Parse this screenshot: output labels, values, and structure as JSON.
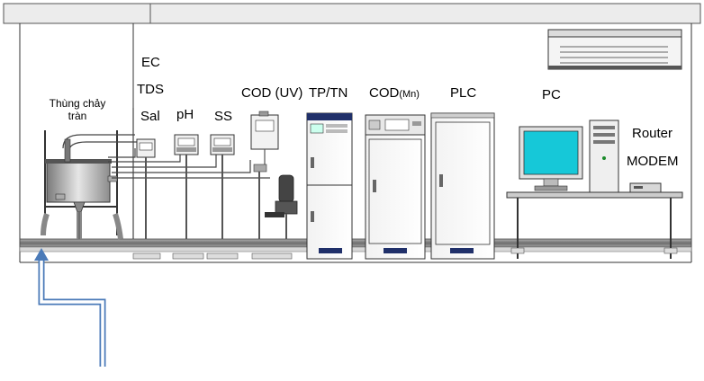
{
  "labels": {
    "overflow_tank_line1": "Thùng chảy",
    "overflow_tank_line2": "tràn",
    "ec": "EC",
    "tds": "TDS",
    "sal": "Sal",
    "ph": "pH",
    "ss": "SS",
    "cod_uv": "COD (UV)",
    "tp_tn": "TP/TN",
    "cod": "COD",
    "cod_sub": "(Mn)",
    "plc": "PLC",
    "pc": "PC",
    "router": "Router",
    "modem": "MODEM"
  },
  "colors": {
    "inlet_pipe": "#4a7ab8",
    "monitor_screen": "#16c8d8",
    "rail_gray": "#8a8a8a",
    "header_bar": "#ececec",
    "badge_blue": "#20306a"
  }
}
